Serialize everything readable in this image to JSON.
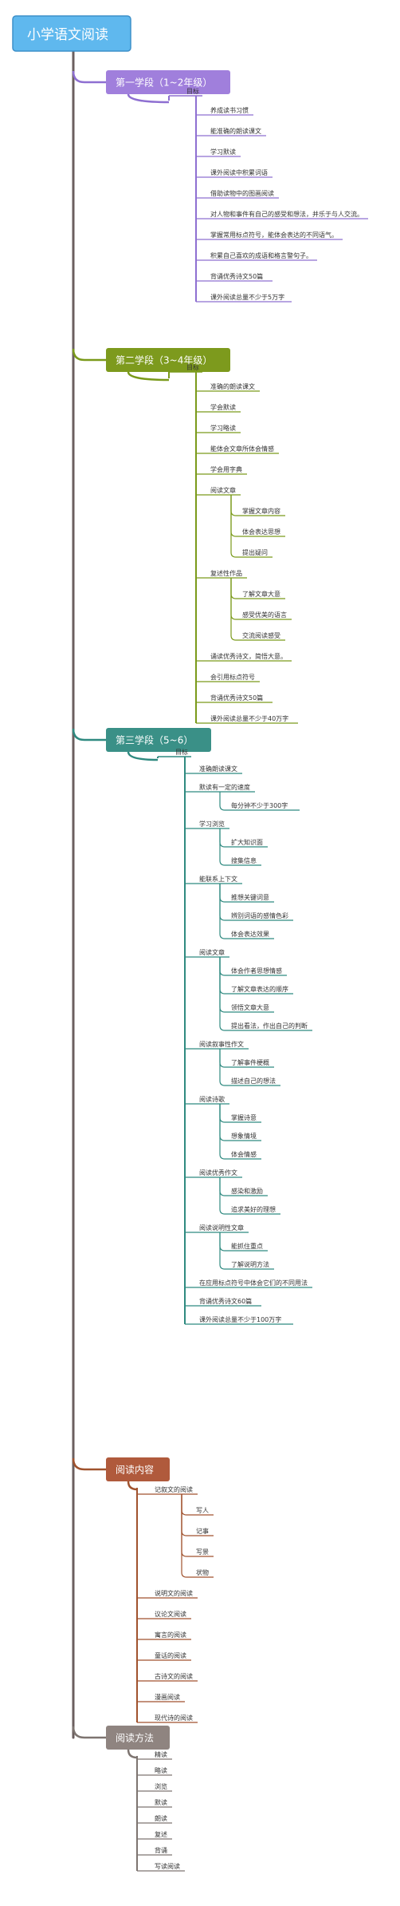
{
  "root": {
    "title": "小学语文阅读",
    "color": "#5fb8ee",
    "border": "#3d8fc9"
  },
  "trunk_color": "#6b5f5f",
  "sections": [
    {
      "title": "第一学段（1~2年级）",
      "color": "#a07fdc",
      "line": "#8e6fd1",
      "groups": [
        {
          "label": "目标",
          "items": [
            "养成读书习惯",
            "能准确的朗读课文",
            "学习默读",
            "课外阅读中积累词语",
            "借助读物中的图画阅读",
            "对人物和事件有自己的感受和想法，并乐于与人交流。",
            "掌握常用标点符号，能体会表达的不同语气。",
            "积累自己喜欢的成语和格言警句子。",
            "背诵优秀诗文50篇",
            "课外阅读总量不少于5万字"
          ]
        }
      ]
    },
    {
      "title": "第二学段（3~4年级）",
      "color": "#7d9a1d",
      "line": "#7a9a1a",
      "groups": [
        {
          "label": "目标",
          "items": [
            {
              "text": "准确的朗读课文"
            },
            {
              "text": "学会默读"
            },
            {
              "text": "学习略读"
            },
            {
              "text": "能体会文章所体会情感"
            },
            {
              "text": "学会用字典"
            },
            {
              "text": "阅读文章",
              "children": [
                "掌握文章内容",
                "体会表达思想",
                "提出疑问"
              ]
            },
            {
              "text": "复述性作品",
              "children": [
                "了解文章大意",
                "感受优美的语言",
                "交流阅读感受"
              ]
            },
            {
              "text": "诵读优秀诗文，简悟大意。"
            },
            {
              "text": "会引用标点符号"
            },
            {
              "text": "背诵优秀诗文50篇"
            },
            {
              "text": "课外阅读总量不少于40万字"
            }
          ]
        }
      ]
    },
    {
      "title": "第三学段（5~6）",
      "color": "#3a9087",
      "line": "#2f8a80",
      "groups": [
        {
          "label": "目标",
          "items": [
            {
              "text": "准确朗读课文"
            },
            {
              "text": "默读有一定的速度",
              "children": [
                "每分钟不少于300字"
              ]
            },
            {
              "text": "学习浏览",
              "children": [
                "扩大知识面",
                "搜集信息"
              ]
            },
            {
              "text": "能联系上下文",
              "children": [
                "推想关键词意",
                "辨别词语的感情色彩",
                "体会表达效果"
              ]
            },
            {
              "text": "阅读文章",
              "children": [
                "体会作者思想情感",
                "了解文章表达的顺序",
                "领悟文章大意",
                "提出看法，作出自己的判断"
              ]
            },
            {
              "text": "阅读叙事性作文",
              "children": [
                "了解事件梗概",
                "描述自己的想法"
              ]
            },
            {
              "text": "阅读诗歌",
              "children": [
                "掌握诗意",
                "想象情境",
                "体会情感"
              ]
            },
            {
              "text": "阅读优秀作文",
              "children": [
                "感染和激励",
                "追求美好的理想"
              ]
            },
            {
              "text": "阅读说明性文章",
              "children": [
                "能抓住重点",
                "了解说明方法"
              ]
            },
            {
              "text": "在应用标点符号中体会它们的不同用法"
            },
            {
              "text": "背诵优秀诗文60篇"
            },
            {
              "text": "课外阅读总量不少于100万字"
            }
          ]
        }
      ]
    },
    {
      "title": "阅读内容",
      "color": "#b05a3c",
      "line": "#a0522d",
      "items": [
        {
          "text": "记叙文的阅读",
          "children": [
            "写人",
            "记事",
            "写景",
            "状物"
          ]
        },
        {
          "text": "说明文的阅读"
        },
        {
          "text": "议论文阅读"
        },
        {
          "text": "寓言的阅读"
        },
        {
          "text": "童话的阅读"
        },
        {
          "text": "古诗文的阅读"
        },
        {
          "text": "漫画阅读"
        },
        {
          "text": "现代诗的阅读"
        }
      ]
    },
    {
      "title": "阅读方法",
      "color": "#8f8480",
      "line": "#7d7470",
      "items": [
        {
          "text": "精读"
        },
        {
          "text": "略读"
        },
        {
          "text": "浏览"
        },
        {
          "text": "默读"
        },
        {
          "text": "朗读"
        },
        {
          "text": "复述"
        },
        {
          "text": "背诵"
        },
        {
          "text": "写读阅读"
        }
      ]
    }
  ]
}
